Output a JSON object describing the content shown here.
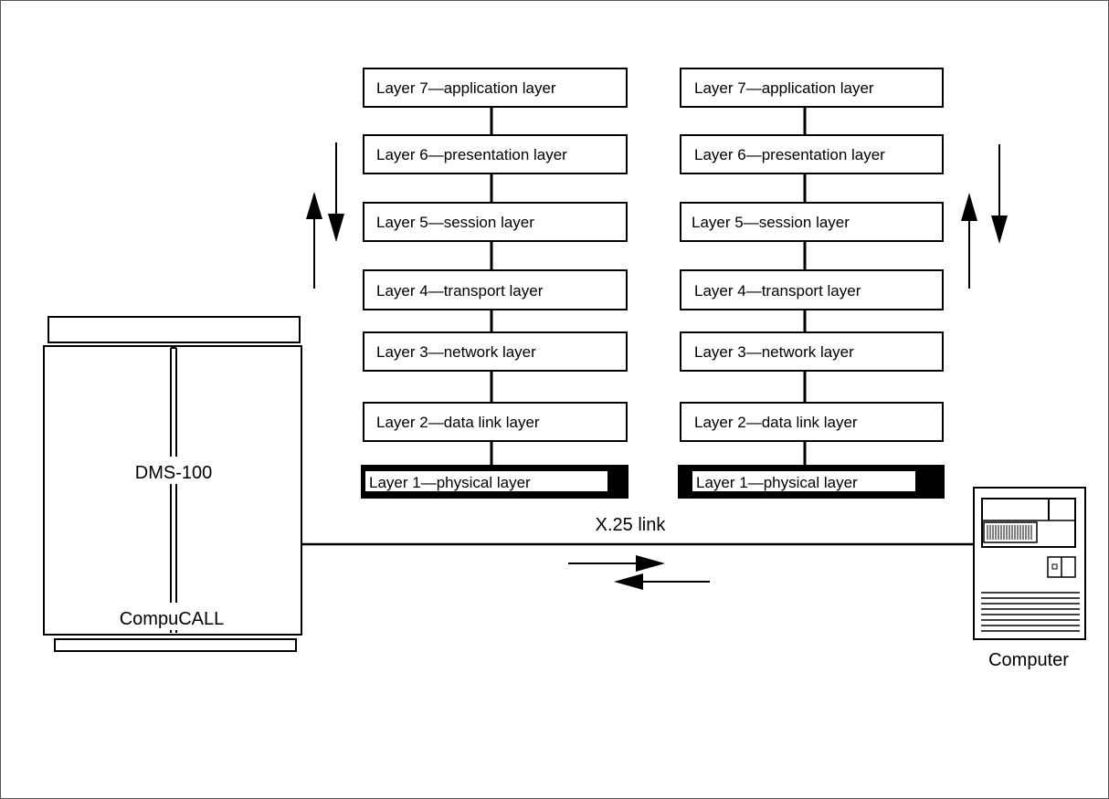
{
  "left_stack": {
    "layers": [
      "Layer 7—application layer",
      "Layer 6—presentation layer",
      "Layer 5—session layer",
      "Layer 4—transport layer",
      "Layer 3—network layer",
      "Layer 2—data link layer",
      "Layer 1—physical layer"
    ]
  },
  "right_stack": {
    "layers": [
      "Layer 7—application layer",
      "Layer 6—presentation layer",
      "Layer 5—session layer",
      "Layer 4—transport layer",
      "Layer 3—network layer",
      "Layer 2—data link layer",
      "Layer 1—physical layer"
    ]
  },
  "switch": {
    "name": "DMS-100",
    "subtitle": "CompuCALL"
  },
  "link": {
    "label": "X.25 link"
  },
  "computer": {
    "label": "Computer"
  },
  "colors": {
    "line": "#000000",
    "background": "#ffffff"
  }
}
